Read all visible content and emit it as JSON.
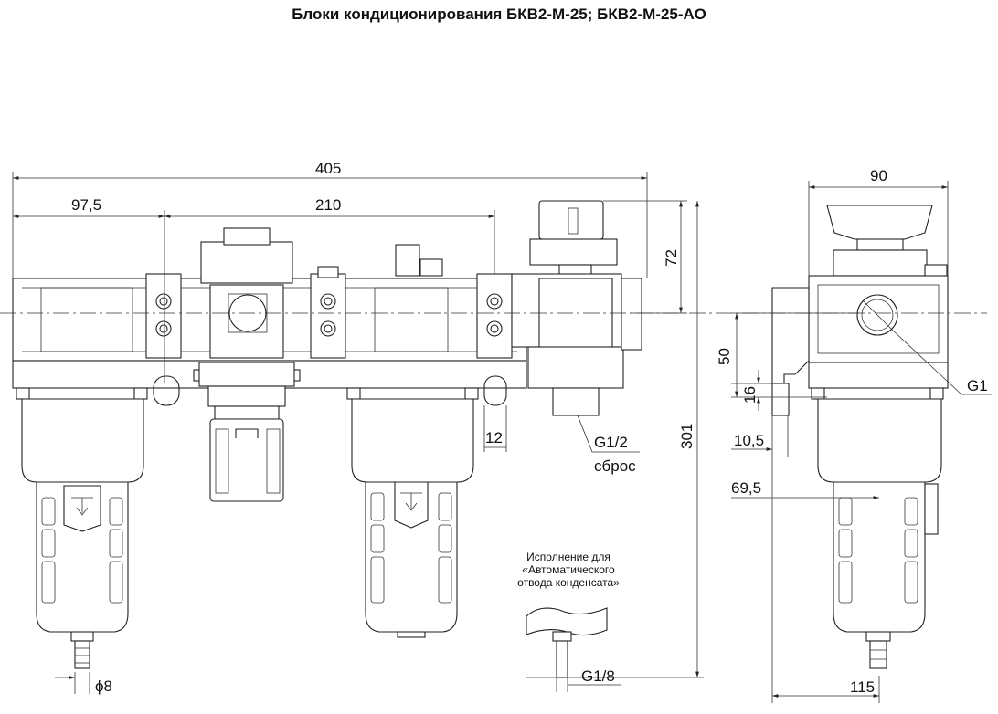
{
  "title": "Блоки кондиционирования БКВ2-М-25; БКВ2-М-25-АО",
  "dimensions": {
    "overall_length": "405",
    "first_unit_offset": "97,5",
    "port_spacing": "210",
    "valve_height": "72",
    "total_height": "301",
    "slot_width": "12",
    "side_width": "90",
    "side_50": "50",
    "side_16": "16",
    "side_10_5": "10,5",
    "side_69_5": "69,5",
    "side_115": "115",
    "drain_diameter": "ϕ8",
    "auto_drain_thread": "G1/8"
  },
  "labels": {
    "exhaust_thread": "G1/2",
    "exhaust_word": "сброс",
    "port_thread": "G1"
  },
  "note_lines": [
    "Исполнение для",
    "«Автоматического",
    "отвода конденсата»"
  ]
}
